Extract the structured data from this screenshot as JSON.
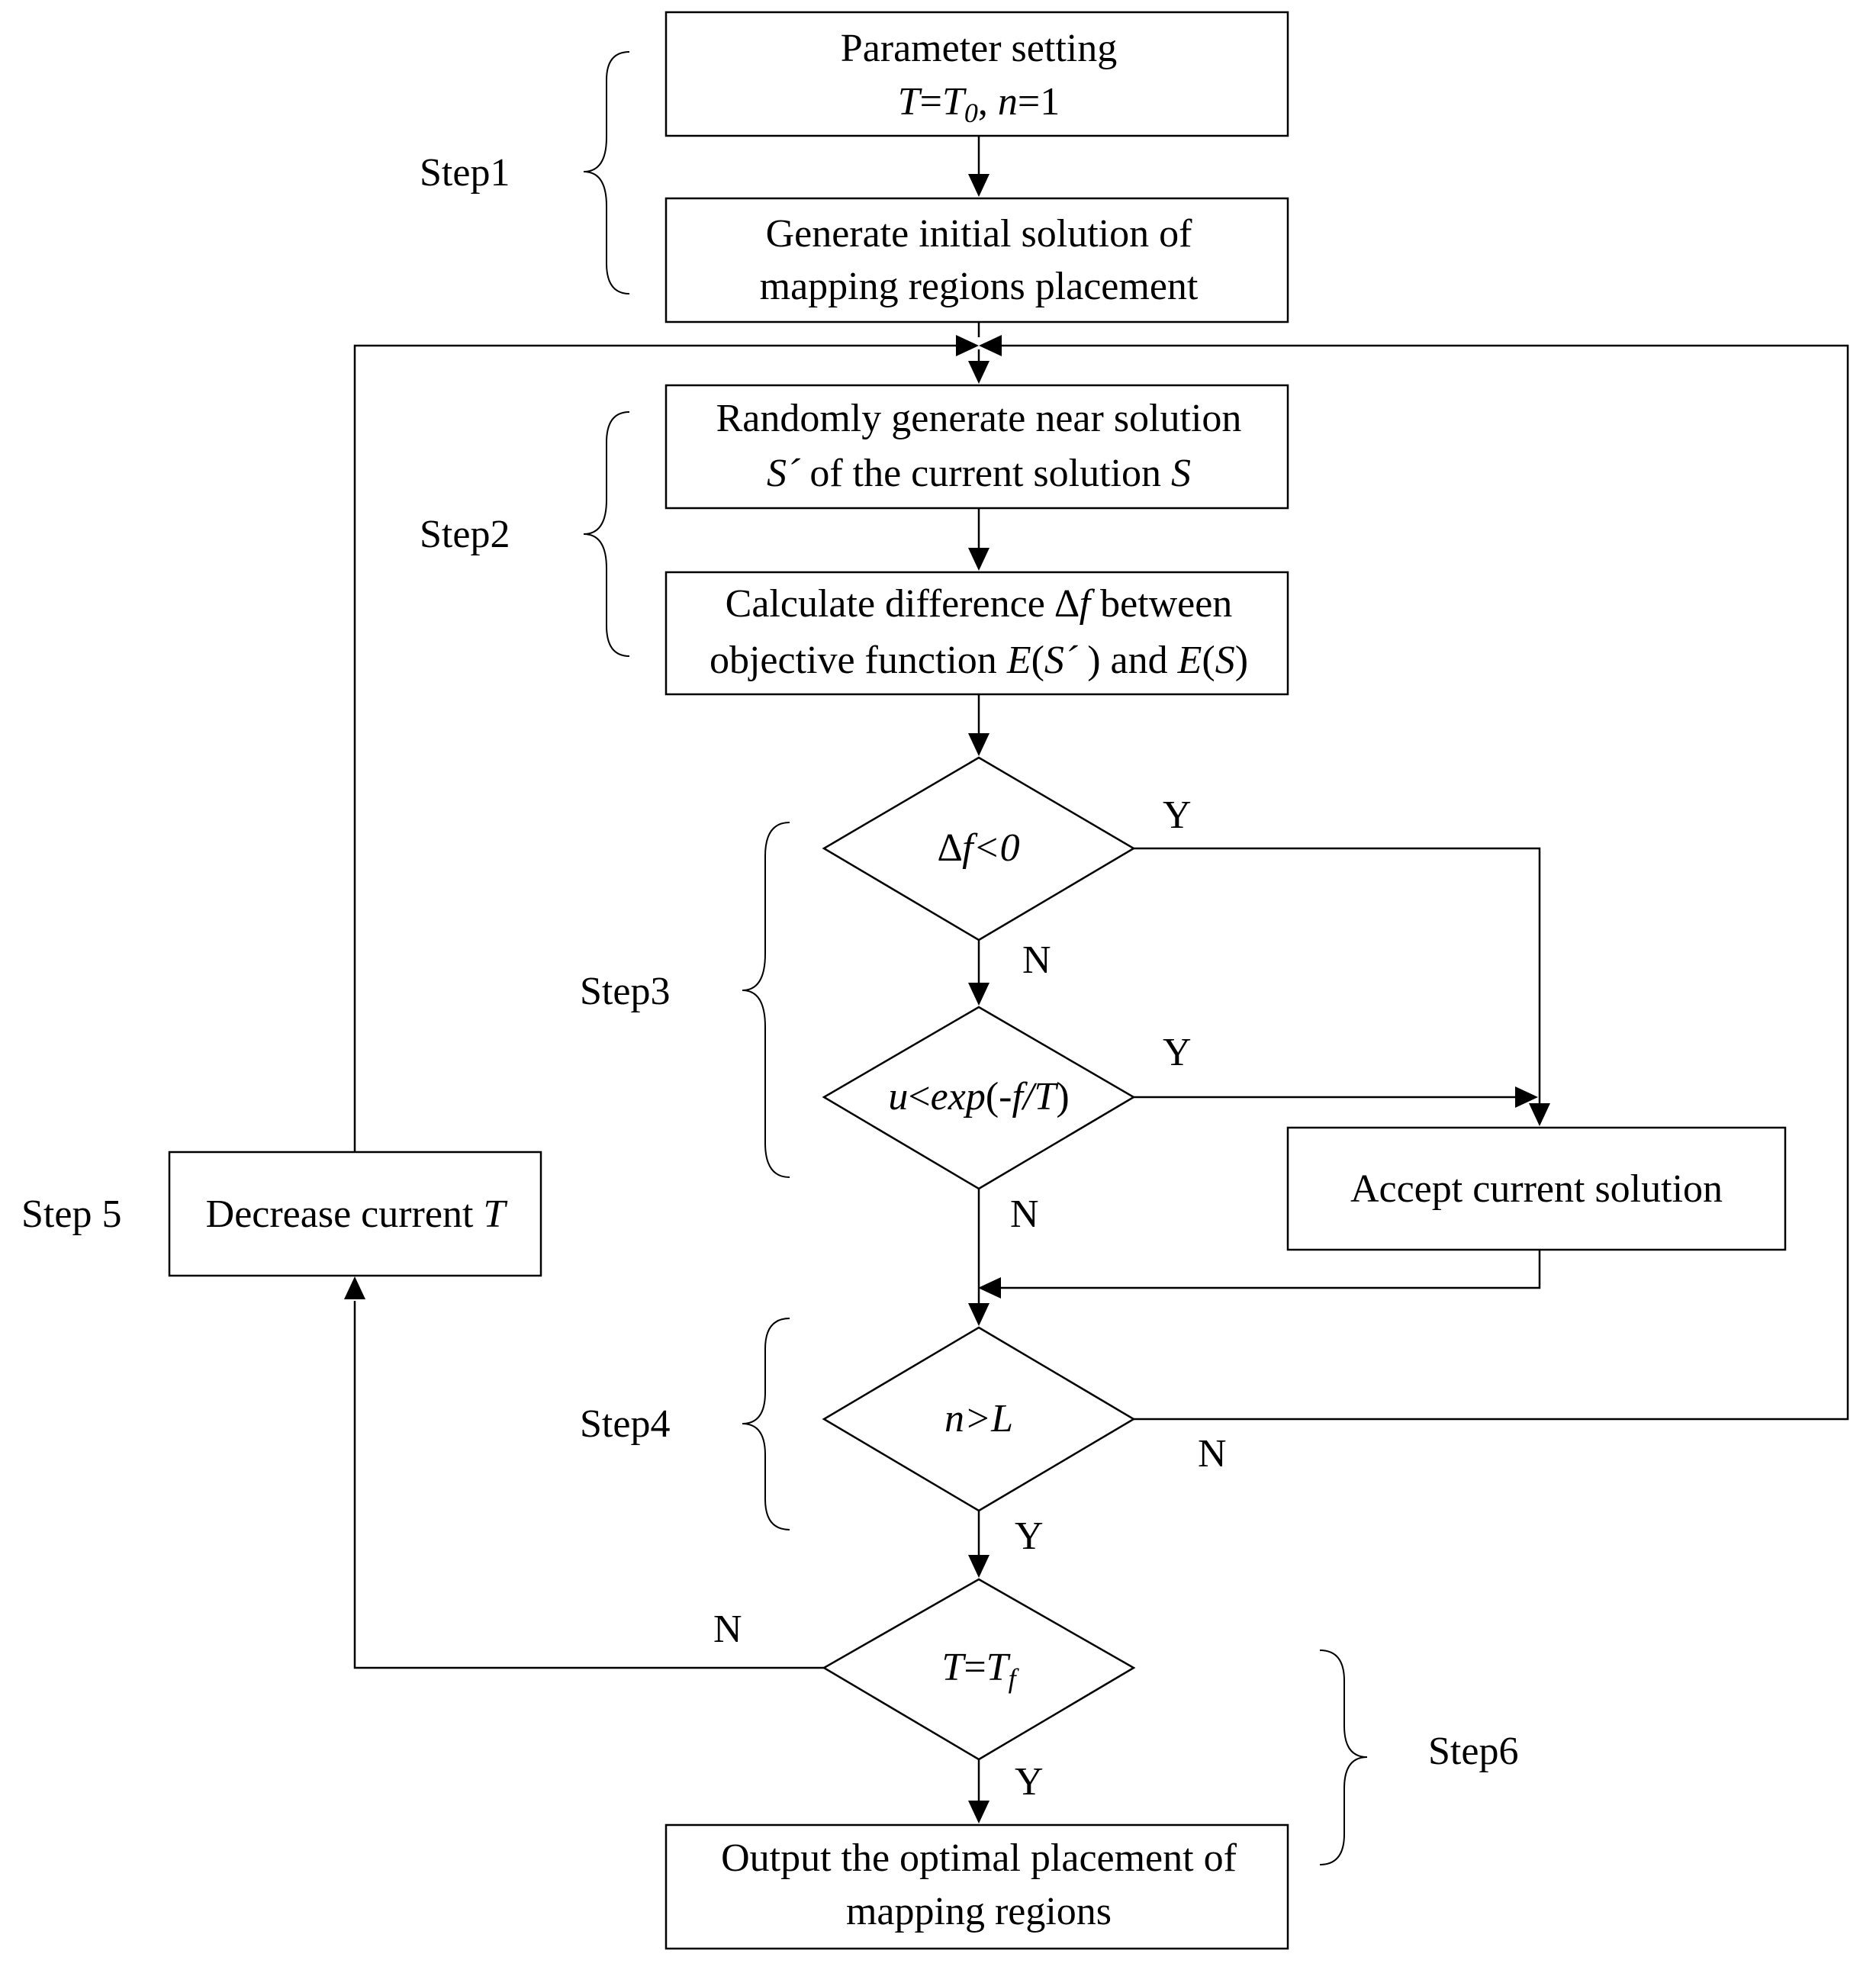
{
  "steps": {
    "step1": "Step1",
    "step2": "Step2",
    "step3": "Step3",
    "step4": "Step4",
    "step5": "Step 5",
    "step6": "Step6"
  },
  "boxes": {
    "param_title": "Parameter setting",
    "param_T": "T",
    "param_eq1": "=",
    "param_T0": "T",
    "param_T0_sub": "0",
    "param_comma": ", ",
    "param_n": "n",
    "param_eq2": "=1",
    "init_line1": "Generate initial solution of",
    "init_line2": "mapping regions placement",
    "near_line1": "Randomly generate near solution",
    "near_S1": "S´",
    "near_mid": " of the current solution ",
    "near_S2": "S",
    "calc_pre": "Calculate difference ∆",
    "calc_f": "f",
    "calc_post": " between",
    "obj_pre": "objective function ",
    "obj_E1": "E",
    "obj_p1": "(",
    "obj_S1": "S´",
    "obj_p2": " ) and ",
    "obj_E2": "E",
    "obj_p3": "(",
    "obj_S2": "S",
    "obj_p4": ")",
    "accept": "Accept current solution",
    "decrease_pre": "Decrease current ",
    "decrease_T": "T",
    "output_line1": "Output the optimal placement of",
    "output_line2": "mapping regions"
  },
  "decisions": {
    "delta_f": "∆f<0",
    "exp_u": "u",
    "exp_lt": "<",
    "exp_fn": "exp",
    "exp_p1": "(",
    "exp_arg": "-f/T",
    "exp_p2": ")",
    "n_gt_L": "n>L",
    "T_eq": "T",
    "T_eq_sign": "=",
    "T_f": "T",
    "T_f_sub": "f"
  },
  "edge_labels": {
    "y1": "Y",
    "n1": "N",
    "y2": "Y",
    "n2": "N",
    "n3": "N",
    "y3": "Y",
    "n4": "N",
    "y4": "Y"
  }
}
